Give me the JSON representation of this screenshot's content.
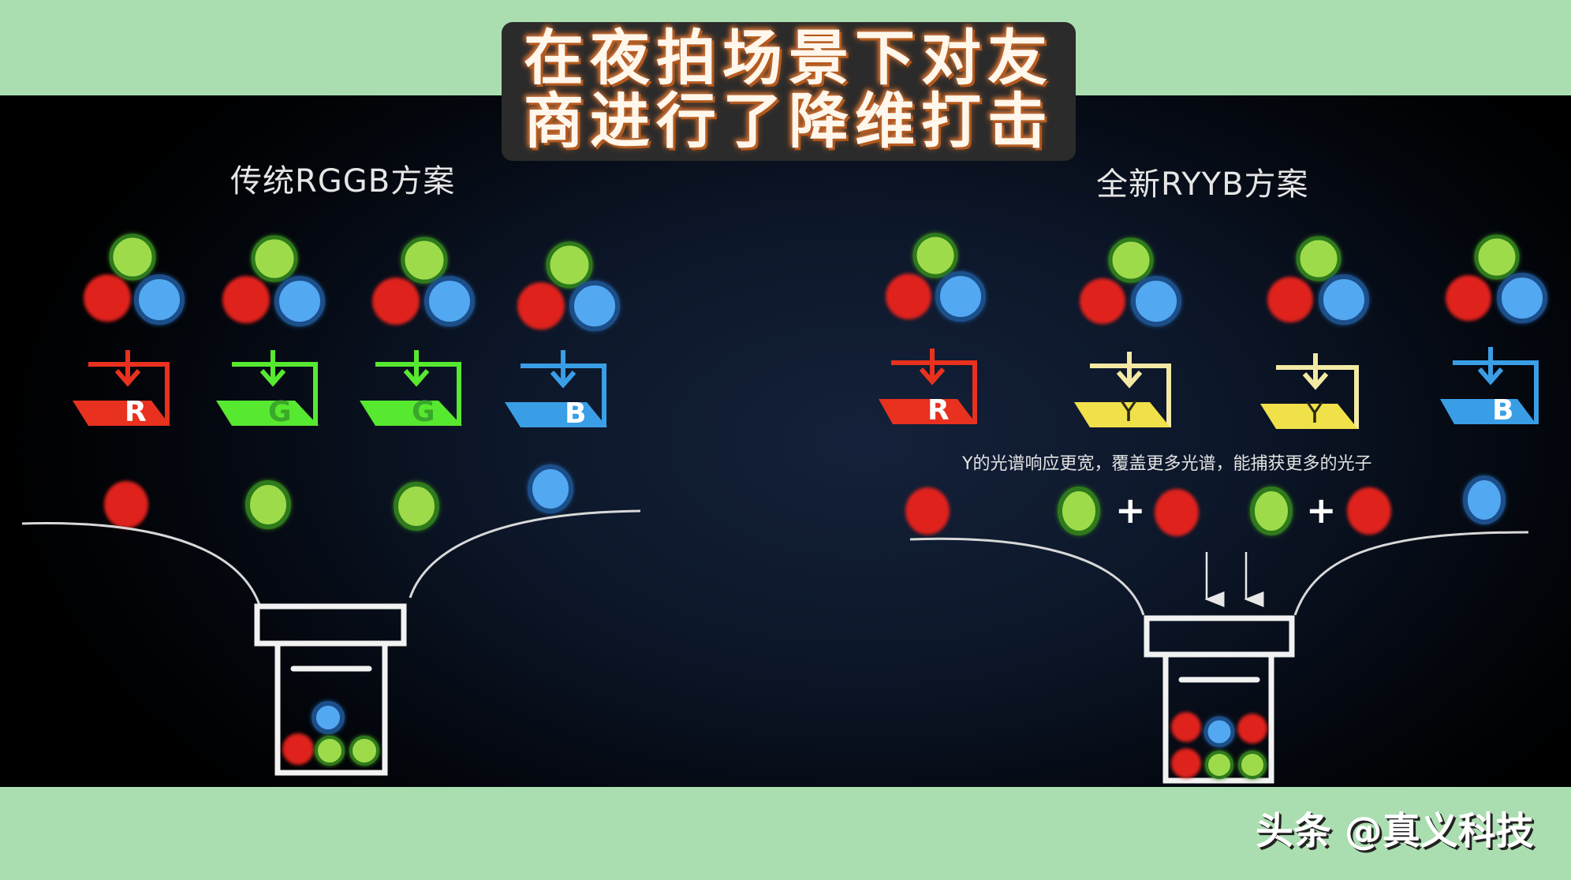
{
  "title": {
    "line1": "在夜拍场景下对友",
    "line2": "商进行了降维打击"
  },
  "left_panel": {
    "heading": "传统RGGB方案",
    "filters": [
      {
        "label": "R",
        "color": "#e8311e"
      },
      {
        "label": "G",
        "color": "#57e830"
      },
      {
        "label": "G",
        "color": "#57e830"
      },
      {
        "label": "B",
        "color": "#3a9ee6"
      }
    ],
    "captured_photons": [
      "red",
      "green",
      "green",
      "blue"
    ],
    "bin_contents": [
      "blue",
      "red",
      "green",
      "green"
    ]
  },
  "right_panel": {
    "heading": "全新RYYB方案",
    "filters": [
      {
        "label": "R",
        "color": "#e8311e"
      },
      {
        "label": "Y",
        "color": "#f0e04a"
      },
      {
        "label": "Y",
        "color": "#f0e04a"
      },
      {
        "label": "B",
        "color": "#3a9ee6"
      }
    ],
    "note": "Y的光谱响应更宽，覆盖更多光谱，能捕获更多的光子",
    "captured_photons": [
      "red",
      "green + red",
      "green + red",
      "blue"
    ],
    "plus": "+",
    "bin_contents": [
      "red",
      "blue",
      "red",
      "red",
      "green",
      "green"
    ]
  },
  "colors": {
    "red": "#e0221c",
    "green": "#9edb4c",
    "blue": "#52a8f2",
    "yellow": "#f0e04a",
    "band_green": "#aadeb0",
    "stage_dark": "#0c1628"
  },
  "watermark": "头条 @真义科技"
}
